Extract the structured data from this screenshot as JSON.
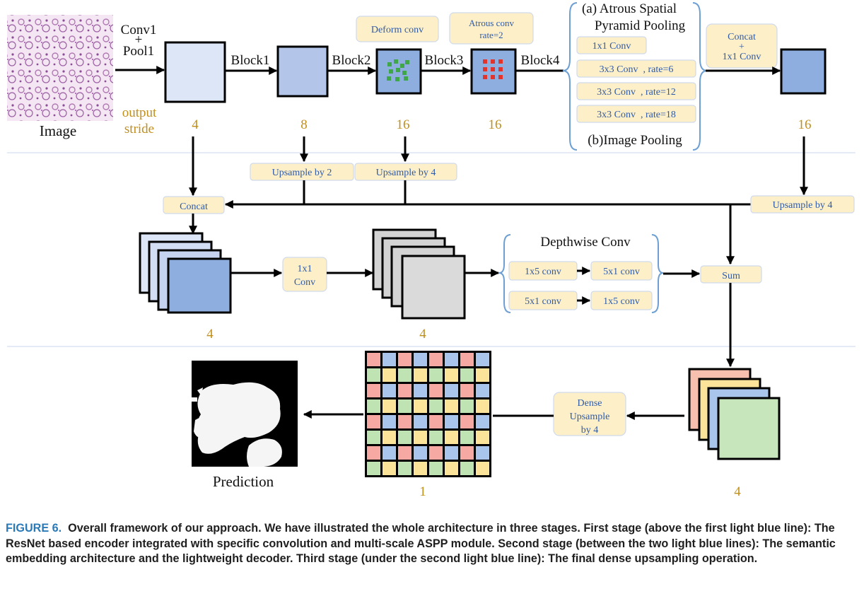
{
  "stage1": {
    "input_label": "Image",
    "conv_pool_label": [
      "Conv1",
      "+",
      "Pool1"
    ],
    "output_stride_label": [
      "output",
      "stride"
    ],
    "blocks": [
      "Block1",
      "Block2",
      "Block3",
      "Block4"
    ],
    "strides": [
      "4",
      "8",
      "16",
      "16",
      "16"
    ],
    "deform_conv": "Deform conv",
    "atrous_conv": [
      "Atrous conv",
      "rate=2"
    ],
    "aspp_title": [
      "(a) Atrous Spatial",
      "Pyramid Pooling"
    ],
    "aspp_ops": [
      "1x1 Conv",
      "3x3 Conv  , rate=6",
      "3x3 Conv  , rate=12",
      "3x3 Conv  , rate=18"
    ],
    "image_pooling": "(b)Image Pooling",
    "concat_conv": [
      "Concat",
      "+",
      "1x1 Conv"
    ]
  },
  "stage2": {
    "upsample2": "Upsample by 2",
    "upsample4_left": "Upsample by 4",
    "upsample4_right": "Upsample by 4",
    "concat": "Concat",
    "conv1x1": [
      "1x1",
      "Conv"
    ],
    "depthwise_title": "Depthwise Conv",
    "dw_ops": [
      "1x5 conv",
      "5x1 conv",
      "5x1 conv",
      "1x5 conv"
    ],
    "sum": "Sum",
    "strides": [
      "4",
      "4"
    ]
  },
  "stage3": {
    "dense_upsample": [
      "Dense",
      "Upsample",
      "by 4"
    ],
    "prediction_label": "Prediction",
    "strides": [
      "1",
      "4"
    ]
  },
  "caption": {
    "figure_label": "FIGURE 6.",
    "text": "Overall framework of our approach. We have illustrated the whole architecture in three stages. First stage (above the first light blue line): The ResNet based encoder integrated with specific convolution and multi-scale ASPP module. Second stage (between the two light blue lines): The semantic embedding architecture and the lightweight decoder. Third stage (under the second light blue line): The final dense upsampling operation."
  },
  "colors": {
    "stride_text": "#c18f1c",
    "op_box_fill": "#fdf0c8",
    "op_box_text": "#2f5aa8",
    "separator": "#c9d6ee",
    "bracket": "#6d9fd3",
    "caption_label": "#2a7ab8",
    "map_light": "#dde6f7",
    "map_mid": "#b3c6ea",
    "map_dark": "#8faee0",
    "grid_colors": [
      "#f6a9a2",
      "#a9c5ec",
      "#bfe3b2",
      "#fbe39a"
    ]
  }
}
